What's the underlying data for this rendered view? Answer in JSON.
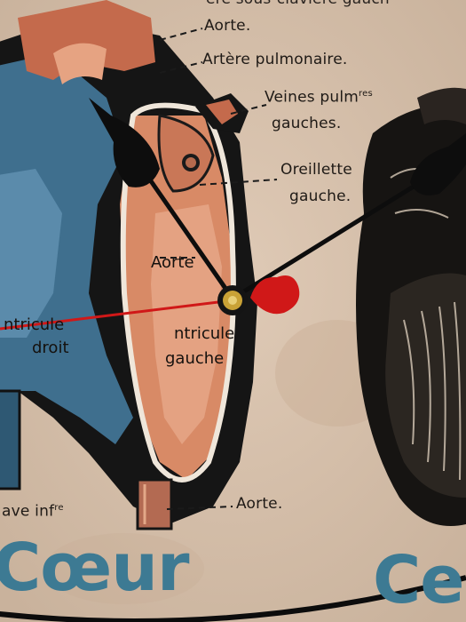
{
  "labels": {
    "top_cut": "ère sous-clavière gauch",
    "aorte_1": "Aorte.",
    "artere": "Artère pulmonaire.",
    "veines_1": "Veines pulm",
    "veines_sup": "res",
    "veines_2": "gauches.",
    "oreillette_1": "Oreillette",
    "oreillette_2": "gauche.",
    "aorte_inner": "Aorte",
    "ventricule_r_1": "ntricule",
    "ventricule_r_2": "droit",
    "ventricule_l_1": "ntricule",
    "ventricule_l_2": "gauche",
    "veine_cave": "ave inf",
    "veine_cave_sup": "re",
    "aorte_bottom": "Aorte."
  },
  "titles": {
    "left": "Cœur",
    "right": "Ce"
  },
  "colors": {
    "paper": "#d8c2ae",
    "heart_red": "#c9805c",
    "heart_blue": "#3f6f8e",
    "title_blue": "#3d7a93",
    "hand_black": "#0d0d0d",
    "second_hand_red": "#d01818",
    "center_gold": "#c9a236"
  },
  "clock": {
    "hands": [
      "hour-hand",
      "minute-hand",
      "second-hand"
    ],
    "hub_icon": "heart-icon"
  }
}
